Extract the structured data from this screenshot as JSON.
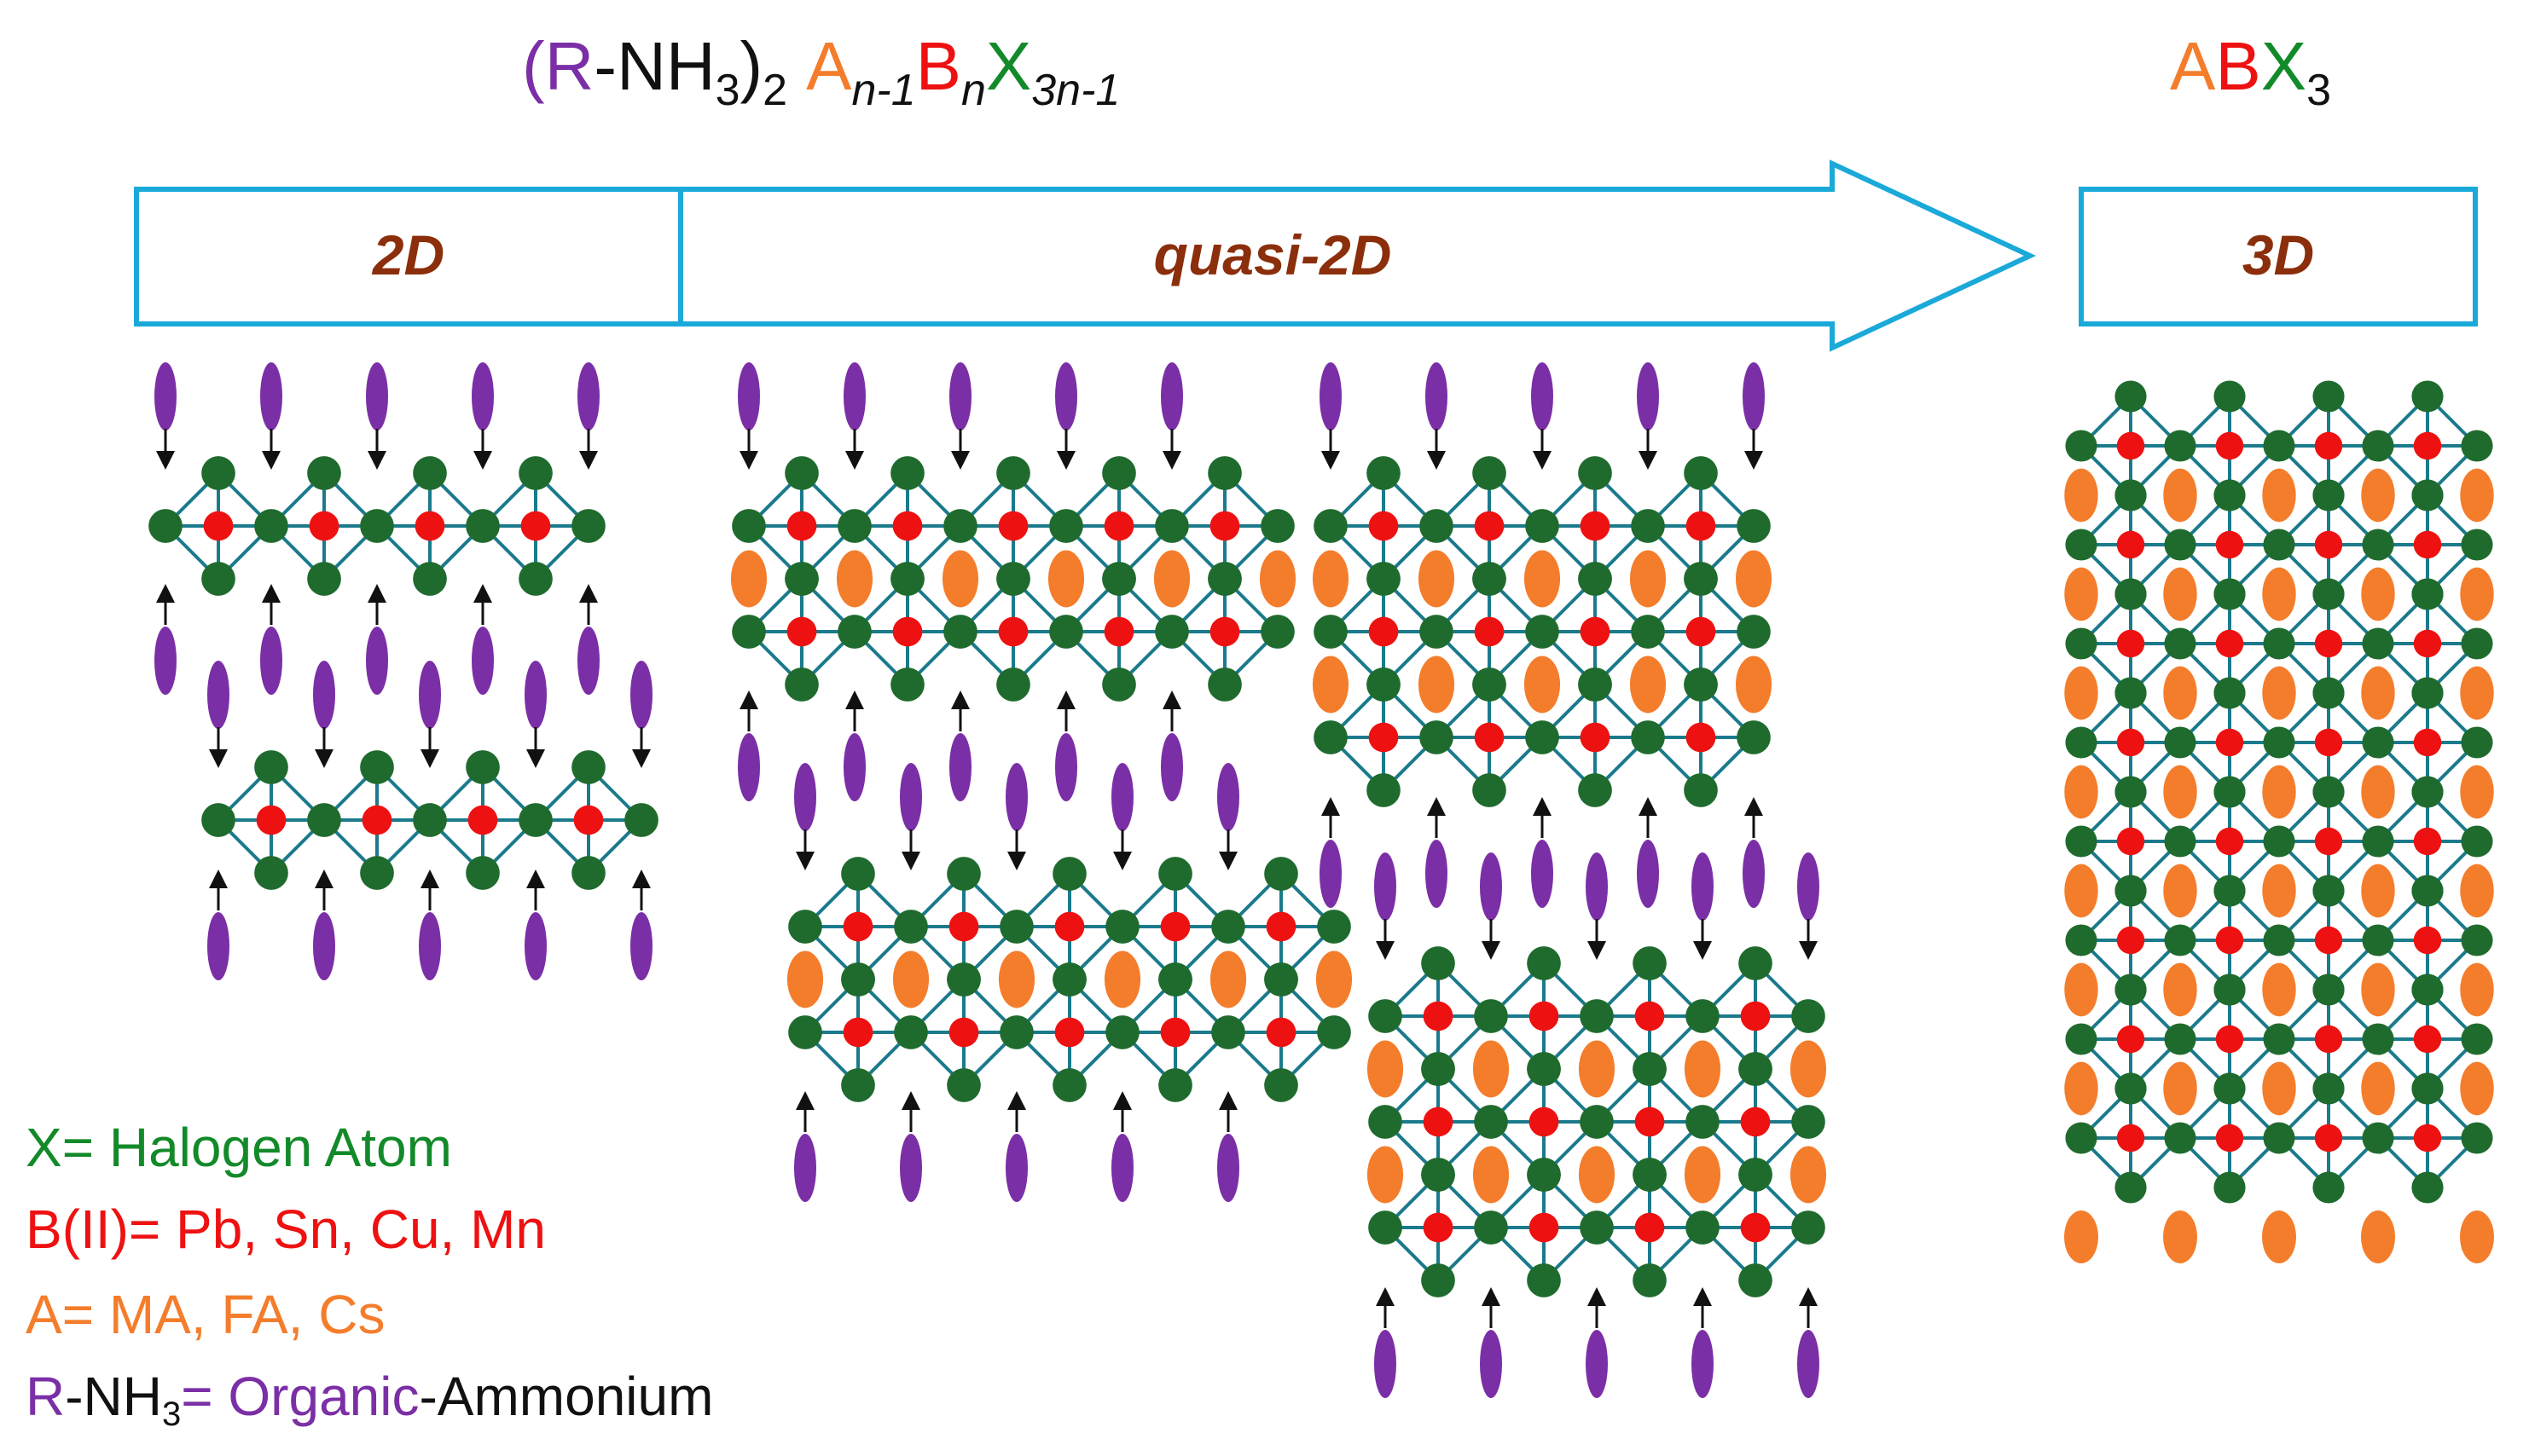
{
  "formula_general": {
    "open_paren": "(",
    "r": "R",
    "nh3_base": "-NH",
    "nh3_sub": "3",
    "close_paren": ")",
    "paren_sub": "2",
    "a_base": "A",
    "a_sub": "n-1",
    "b_base": "B",
    "b_sub": "n",
    "x_base": "X",
    "x_sub": "3n-1"
  },
  "formula_3d": {
    "a": "A",
    "b": "B",
    "x": "X",
    "x_sub": "3"
  },
  "stages": {
    "two_d": "2D",
    "quasi_two_d": "quasi-2D",
    "three_d": "3D"
  },
  "legend": {
    "x_label": "X= Halogen Atom",
    "b_label": "B(II)= Pb, Sn, Cu, Mn",
    "a_label": "A= MA, FA, Cs",
    "r_prefix": "R",
    "r_nh": "-NH",
    "r_sub": "3",
    "r_eq": "= Organic",
    "r_suffix": "-Ammonium"
  },
  "colors": {
    "organic_cation": "#7b2fa6",
    "a_cation": "#f47d2c",
    "b_cation": "#ee1111",
    "halogen": "#1f6b2e",
    "octahedron_edge": "#1b7a8c",
    "arrow_outline": "#1aa9d9",
    "stage_text": "#8b2e0b"
  }
}
